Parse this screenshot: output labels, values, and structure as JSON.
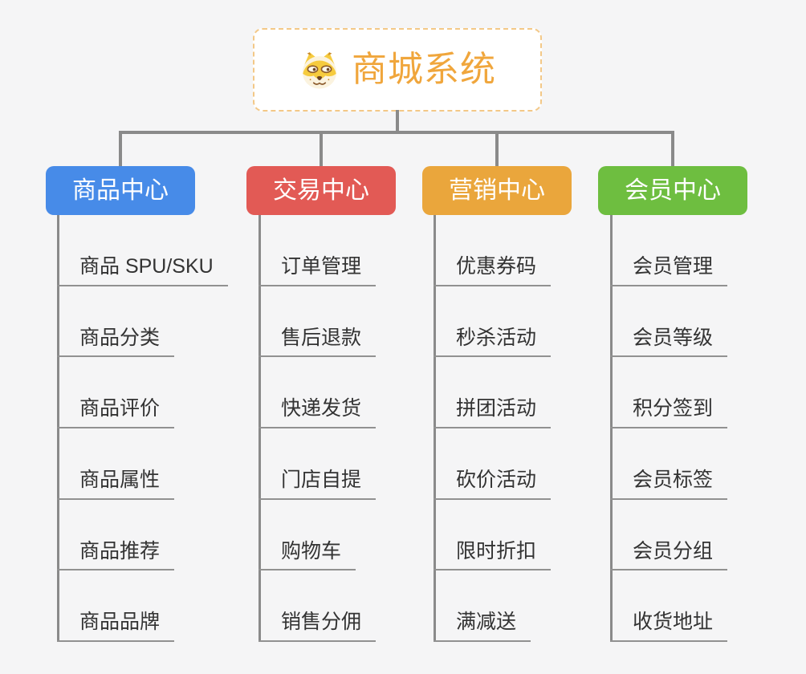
{
  "root": {
    "title": "商城系统",
    "icon": "shiba-dog-icon",
    "text_color": "#F0A63C",
    "border_color": "#F3C887"
  },
  "branches": [
    {
      "label": "商品中心",
      "color": "#478BE8",
      "items": [
        "商品 SPU/SKU",
        "商品分类",
        "商品评价",
        "商品属性",
        "商品推荐",
        "商品品牌"
      ]
    },
    {
      "label": "交易中心",
      "color": "#E25A55",
      "items": [
        "订单管理",
        "售后退款",
        "快递发货",
        "门店自提",
        "购物车",
        "销售分佣"
      ]
    },
    {
      "label": "营销中心",
      "color": "#EAA63C",
      "items": [
        "优惠券码",
        "秒杀活动",
        "拼团活动",
        "砍价活动",
        "限时折扣",
        "满减送"
      ]
    },
    {
      "label": "会员中心",
      "color": "#6EBE40",
      "items": [
        "会员管理",
        "会员等级",
        "积分签到",
        "会员标签",
        "会员分组",
        "收货地址"
      ]
    }
  ],
  "colors": {
    "background": "#F5F5F6",
    "connector": "#8A8A8A",
    "item_underline": "#919191",
    "item_text": "#333333"
  }
}
